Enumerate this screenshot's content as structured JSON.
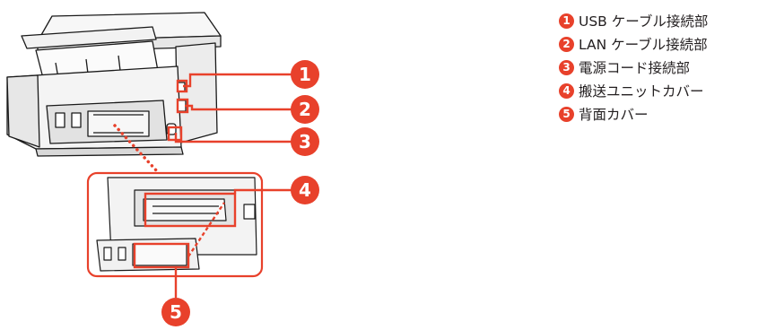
{
  "legend": {
    "items": [
      {
        "num": "1",
        "label": "USB ケーブル接続部"
      },
      {
        "num": "2",
        "label": "LAN ケーブル接続部"
      },
      {
        "num": "3",
        "label": "電源コード接続部"
      },
      {
        "num": "4",
        "label": "搬送ユニットカバー"
      },
      {
        "num": "5",
        "label": "背面カバー"
      }
    ]
  },
  "callouts": [
    "1",
    "2",
    "3",
    "4",
    "5"
  ],
  "colors": {
    "accent": "#e8412b",
    "outline": "#1a1a1a",
    "printer_body": "#f4f4f4",
    "printer_shade": "#d9d9d9"
  },
  "icons": {
    "callout": "numbered-red-circle",
    "legend_bullet": "numbered-red-circle"
  }
}
